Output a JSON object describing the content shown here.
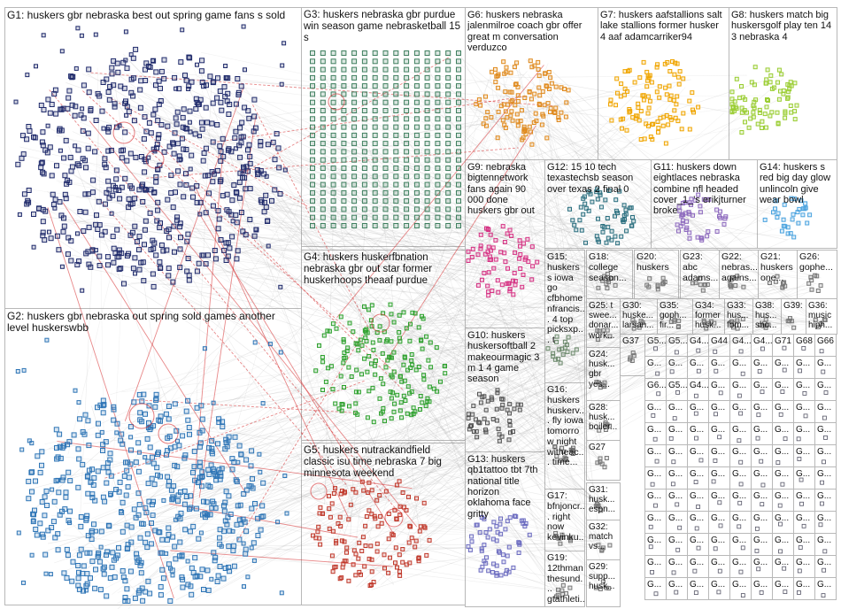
{
  "graph": {
    "groups": [
      {
        "id": "G1",
        "label": "G1: huskers gbr nebraska best out spring game fans s sold",
        "color": "#1f2a6b"
      },
      {
        "id": "G2",
        "label": "G2: huskers gbr nebraska out spring sold games another level huskerswbb",
        "color": "#2e75b6"
      },
      {
        "id": "G3",
        "label": "G3: huskers nebraska gbr purdue win season game nebrasketball 15 s",
        "color": "#3f7f5f"
      },
      {
        "id": "G4",
        "label": "G4: huskers huskerfbnation nebraska gbr out star former huskerhoops theaaf purdue",
        "color": "#2ca02c"
      },
      {
        "id": "G5",
        "label": "G5: huskers nutrackandfield classic isu time nebraska 7 big minnesota weekend",
        "color": "#c0392b"
      },
      {
        "id": "G6",
        "label": "G6: huskers nebraska jalenmilroe coach gbr offer great m conversation verduzco",
        "color": "#e08a1e"
      },
      {
        "id": "G7",
        "label": "G7: huskers aafstallions salt lake stallions former husker 4 aaf adamcarriker94",
        "color": "#f0a500"
      },
      {
        "id": "G8",
        "label": "G8: huskers match big huskersgolf play ten 14 3 nebraska 4",
        "color": "#9acd32"
      },
      {
        "id": "G9",
        "label": "G9: nebraska bigtennetwork fans again 90 000 done huskers gbr out",
        "color": "#d63384"
      },
      {
        "id": "G10",
        "label": "G10: huskers huskersoftball 2 makeourmagic 3 m 1 4 game season",
        "color": "#555555"
      },
      {
        "id": "G11",
        "label": "G11: huskers down eightlaces nebraska combine nfl headed cover_1_'s erikjturner broke",
        "color": "#8e6bbf"
      },
      {
        "id": "G12",
        "label": "G12: 15 10 tech texastechsb season over texas 2 final 0",
        "color": "#2a6f7f"
      },
      {
        "id": "G13",
        "label": "G13: huskers qb1tattoo tbt 7th national title horizon oklahoma face gritty",
        "color": "#6c6cc0"
      },
      {
        "id": "G14",
        "label": "G14: huskers s red big day glow unlincoln give wear bowl",
        "color": "#4aa3df"
      },
      {
        "id": "G15",
        "label": "G15: huskers s iowa go cfbhome nfrancis... 4 top picksxp... t",
        "color": "#6d8a6d"
      },
      {
        "id": "G16",
        "label": "G16: huskers huskerv... fly iowa tomorrow night witheac... time...",
        "color": "#6e6e6e"
      },
      {
        "id": "G17",
        "label": "G17: bfnjoncr... right now kevinku...",
        "color": "#777777"
      },
      {
        "id": "G18",
        "label": "G18: college season...",
        "color": "#777777"
      },
      {
        "id": "G19",
        "label": "G19: 12thman thesund... gtathleti...",
        "color": "#777777"
      },
      {
        "id": "G20",
        "label": "G20: huskers",
        "color": "#777777"
      },
      {
        "id": "G21",
        "label": "G21: huskers one...",
        "color": "#777777"
      },
      {
        "id": "G22",
        "label": "G22: nebras... agains...",
        "color": "#777777"
      },
      {
        "id": "G23",
        "label": "G23: abc adams...",
        "color": "#777777"
      },
      {
        "id": "G24",
        "label": "G24: husk... gbr yes...",
        "color": "#777777"
      },
      {
        "id": "G25",
        "label": "G25: t swee... donar... work...",
        "color": "#777777"
      },
      {
        "id": "G26",
        "label": "G26: gophe...",
        "color": "#777777"
      },
      {
        "id": "G27",
        "label": "G27",
        "color": "#777777"
      },
      {
        "id": "G28",
        "label": "G28: husk... boiler...",
        "color": "#777777"
      },
      {
        "id": "G29",
        "label": "G29: supp... husk...",
        "color": "#777777"
      },
      {
        "id": "G30",
        "label": "G30: huske... larsan...",
        "color": "#777777"
      },
      {
        "id": "G31",
        "label": "G31: husk... espn...",
        "color": "#777777"
      },
      {
        "id": "G32",
        "label": "G32: match vs...",
        "color": "#777777"
      },
      {
        "id": "G33",
        "label": "G33: hus... fbm...",
        "color": "#777777"
      },
      {
        "id": "G34",
        "label": "G34: former husk...",
        "color": "#777777"
      },
      {
        "id": "G35",
        "label": "G35: goph... fir...",
        "color": "#777777"
      },
      {
        "id": "G36",
        "label": "G36: music hiph...",
        "color": "#777777"
      },
      {
        "id": "G37",
        "label": "G37",
        "color": "#777777"
      },
      {
        "id": "G38",
        "label": "G38: hus... sho...",
        "color": "#777777"
      },
      {
        "id": "G39",
        "label": "G39:",
        "color": "#777777"
      }
    ],
    "minor_labels": [
      "G5...",
      "G5...",
      "G4...",
      "G44",
      "G4...",
      "G4...",
      "G71",
      "G68",
      "G66",
      "G6...",
      "G5...",
      "G4..."
    ]
  }
}
